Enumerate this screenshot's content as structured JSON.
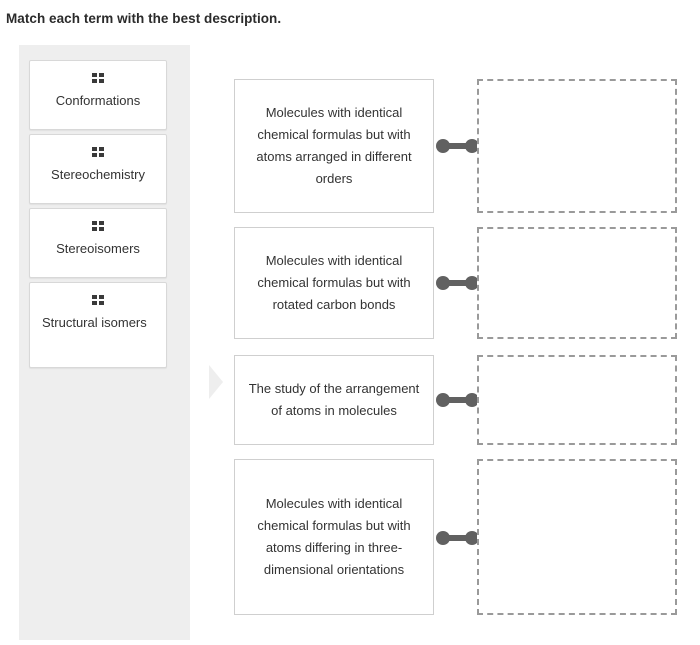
{
  "prompt": "Match each term with the best description.",
  "terms_panel": {
    "handle_icon": "drag-handle-icon",
    "items": [
      {
        "label": "Conformations",
        "align": "center"
      },
      {
        "label": "Stereochemistry",
        "align": "center"
      },
      {
        "label": "Stereoisomers",
        "align": "center"
      },
      {
        "label": "Structural isomers",
        "align": "left"
      }
    ]
  },
  "matching_rows": [
    {
      "description": "Molecules with identical chemical formulas but with atoms arranged in different orders",
      "connector_icon": "dumbbell-connector-icon",
      "drop_zone_value": ""
    },
    {
      "description": "Molecules with identical chemical formulas but with rotated carbon bonds",
      "connector_icon": "dumbbell-connector-icon",
      "drop_zone_value": ""
    },
    {
      "description": "The study of the arrangement of atoms in molecules",
      "connector_icon": "dumbbell-connector-icon",
      "drop_zone_value": ""
    },
    {
      "description": "Molecules with identical chemical formulas but with atoms differing in three-dimensional orientations",
      "connector_icon": "dumbbell-connector-icon",
      "drop_zone_value": ""
    }
  ],
  "colors": {
    "panel_background": "#eeeeee",
    "card_border": "#cfcfcf",
    "connector": "#616161",
    "drop_zone_border": "#9a9a9a",
    "text": "#333333"
  }
}
